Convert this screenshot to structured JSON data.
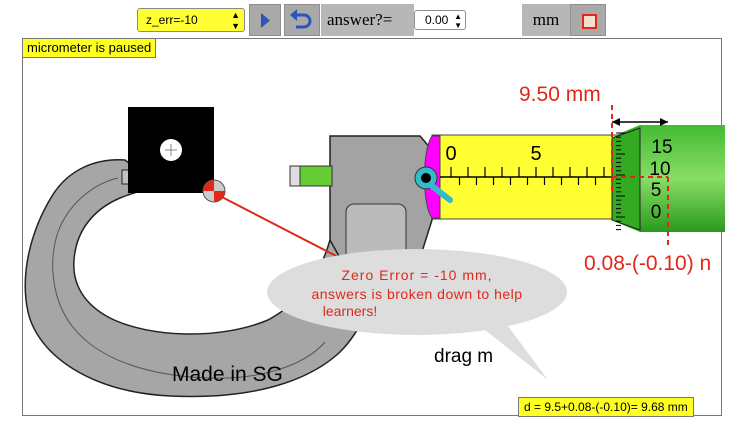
{
  "toolbar": {
    "zero_error_option": "z_err=-10",
    "play_icon": "play-icon",
    "reset_icon": "undo-icon",
    "answer_label": "answer?=",
    "answer_value": "0.00",
    "unit_label": "mm",
    "stop_icon": "stop-square-icon"
  },
  "status": {
    "paused_text": "micrometer is paused",
    "result_text": "d = 9.5+0.08-(-0.10)= 9.68 mm"
  },
  "readings": {
    "main_scale_reading": "9.50 mm",
    "thimble_reading": "0.08-(-0.10) n"
  },
  "main_scale": {
    "labels": [
      "0",
      "5"
    ]
  },
  "thimble_scale": {
    "labels": [
      "15",
      "10",
      "5",
      "0"
    ]
  },
  "frame_text": "Made in SG",
  "drag_hint": "drag m",
  "callout": {
    "line1": "Zero Error = -10 mm,",
    "line2": "answers is broken down to help",
    "line3": "learners!"
  },
  "colors": {
    "highlight_yellow": "#ffff33",
    "reading_red": "#e0281a",
    "thimble_green": "#33aa22",
    "frame_grey": "#9a9a9a"
  }
}
